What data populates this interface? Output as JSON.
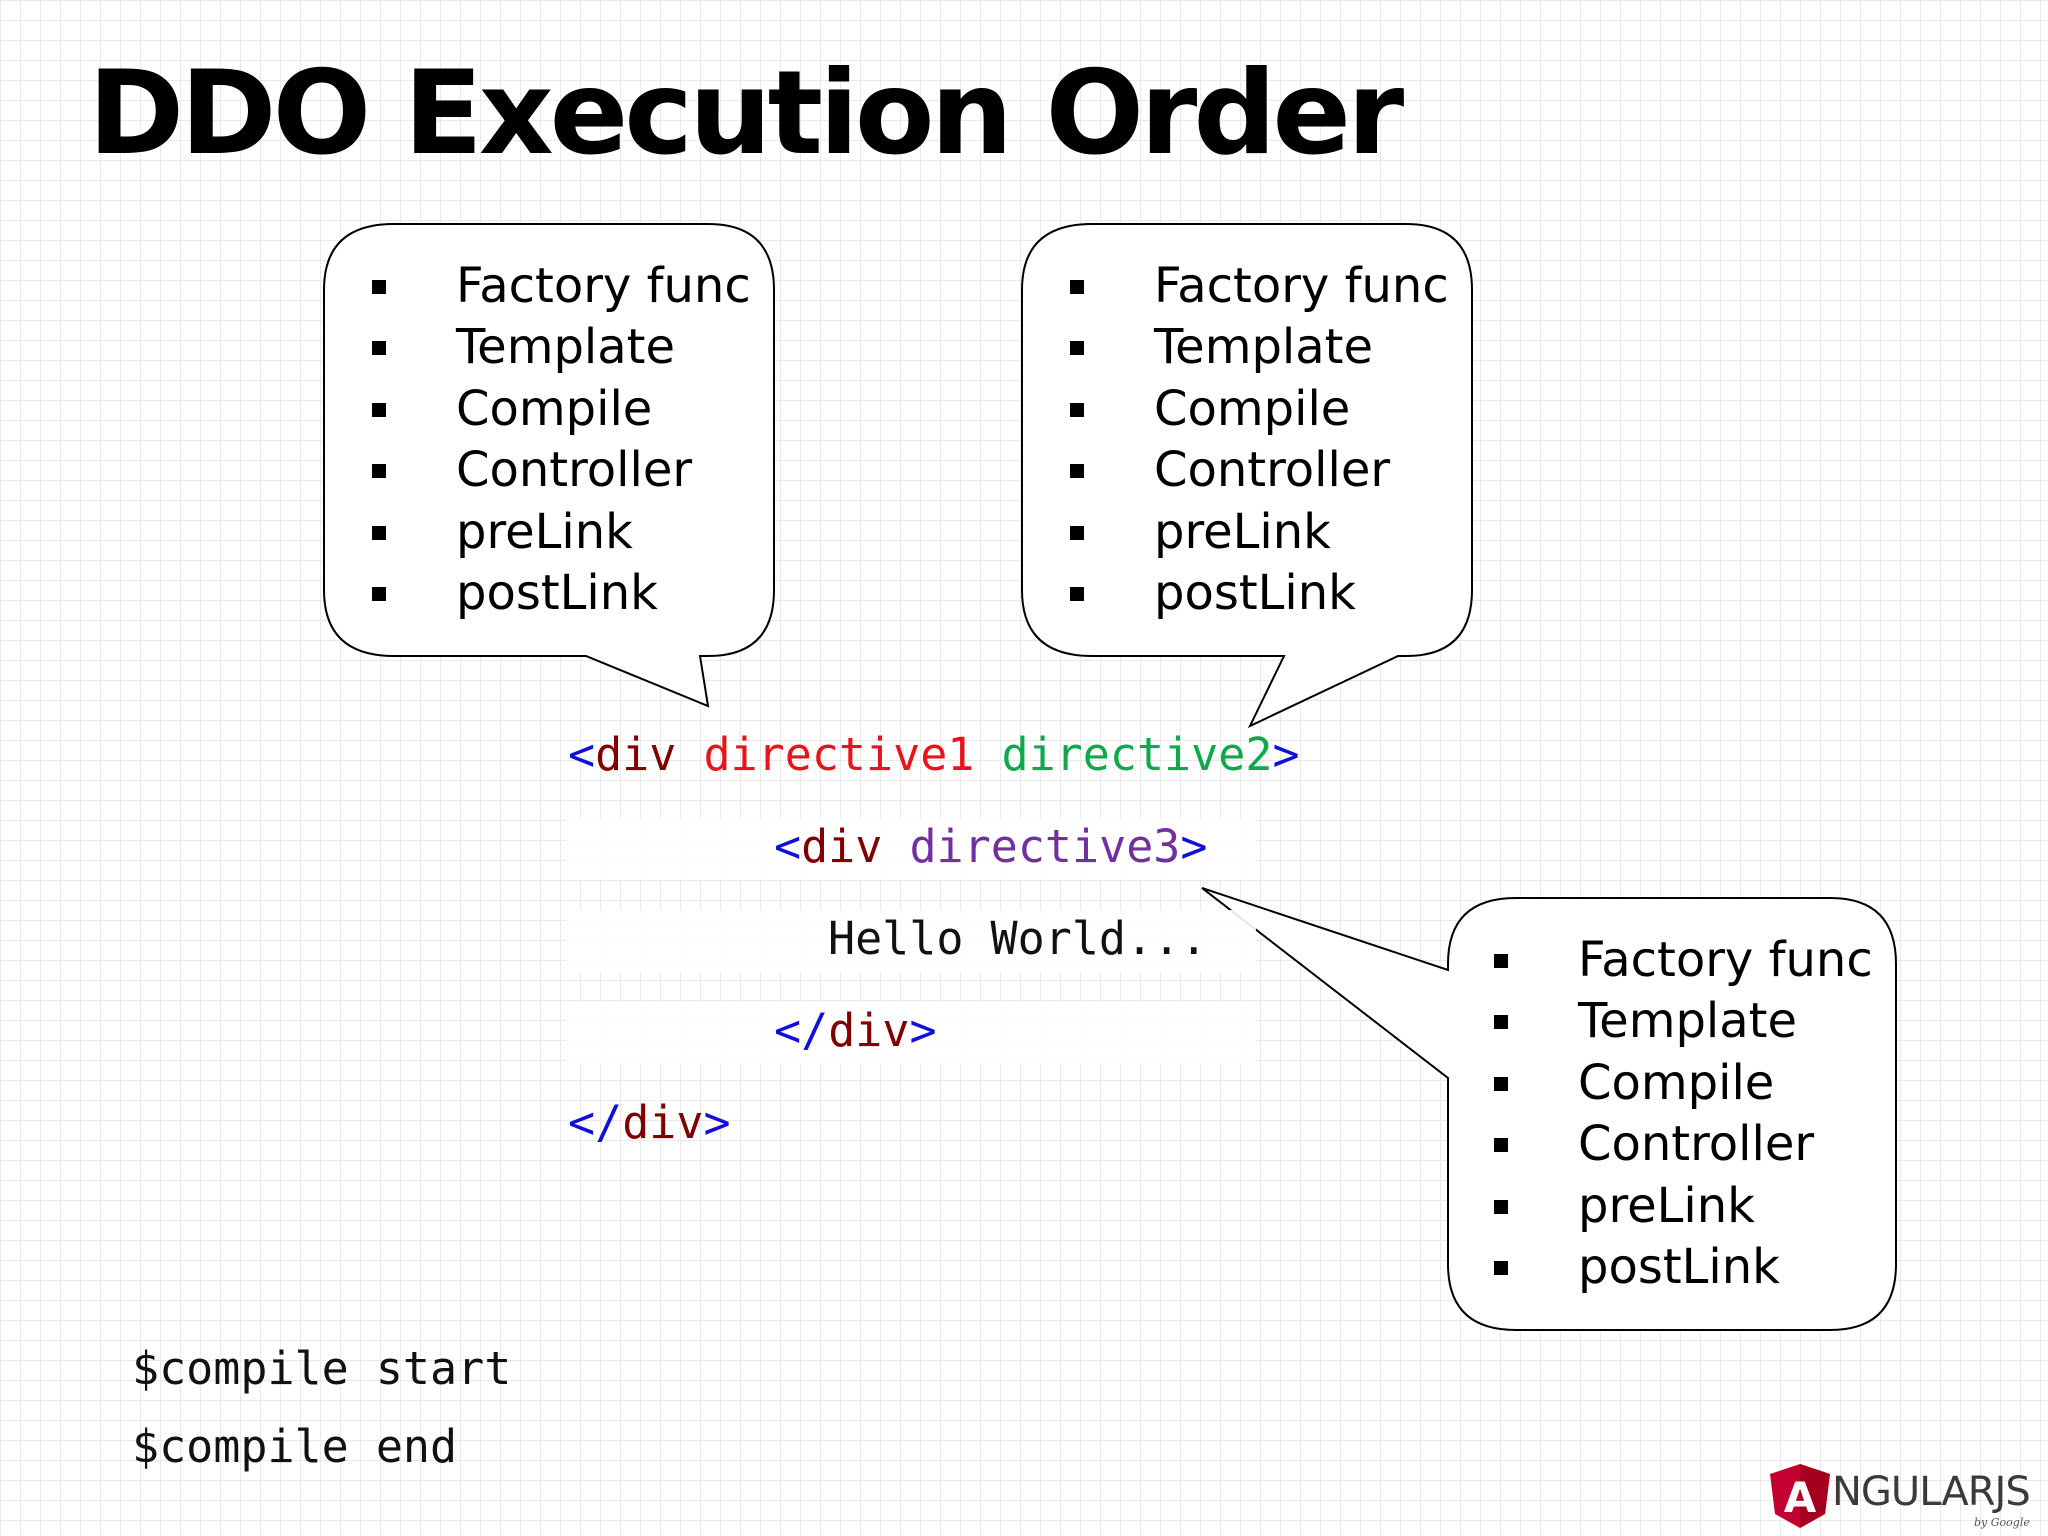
{
  "title": "DDO Execution Order",
  "bubbles": [
    {
      "items": [
        "Factory func",
        "Template",
        "Compile",
        "Controller",
        "preLink",
        "postLink"
      ]
    },
    {
      "items": [
        "Factory func",
        "Template",
        "Compile",
        "Controller",
        "preLink",
        "postLink"
      ]
    },
    {
      "items": [
        "Factory func",
        "Template",
        "Compile",
        "Controller",
        "preLink",
        "postLink"
      ]
    }
  ],
  "code": {
    "line1": {
      "open": "<",
      "tag": "div",
      "d1": "directive1",
      "d2": "directive2",
      "close": ">"
    },
    "line2": {
      "open": "<",
      "tag": "div",
      "d3": "directive3",
      "close": ">"
    },
    "line3": {
      "text": "Hello World..."
    },
    "line4": {
      "open": "</",
      "tag": "div",
      "close": ">"
    },
    "line5": {
      "open": "</",
      "tag": "div",
      "close": ">"
    }
  },
  "compile": {
    "start": "$compile start",
    "end": "$compile end"
  },
  "logo": {
    "initial": "A",
    "text": "NGULARJS",
    "by": "by Google"
  },
  "colors": {
    "bracket": "#1010d8",
    "tag": "#800000",
    "directive1": "#e8141c",
    "directive2": "#10a84c",
    "directive3": "#7030a0",
    "logo_red": "#c3002f"
  }
}
